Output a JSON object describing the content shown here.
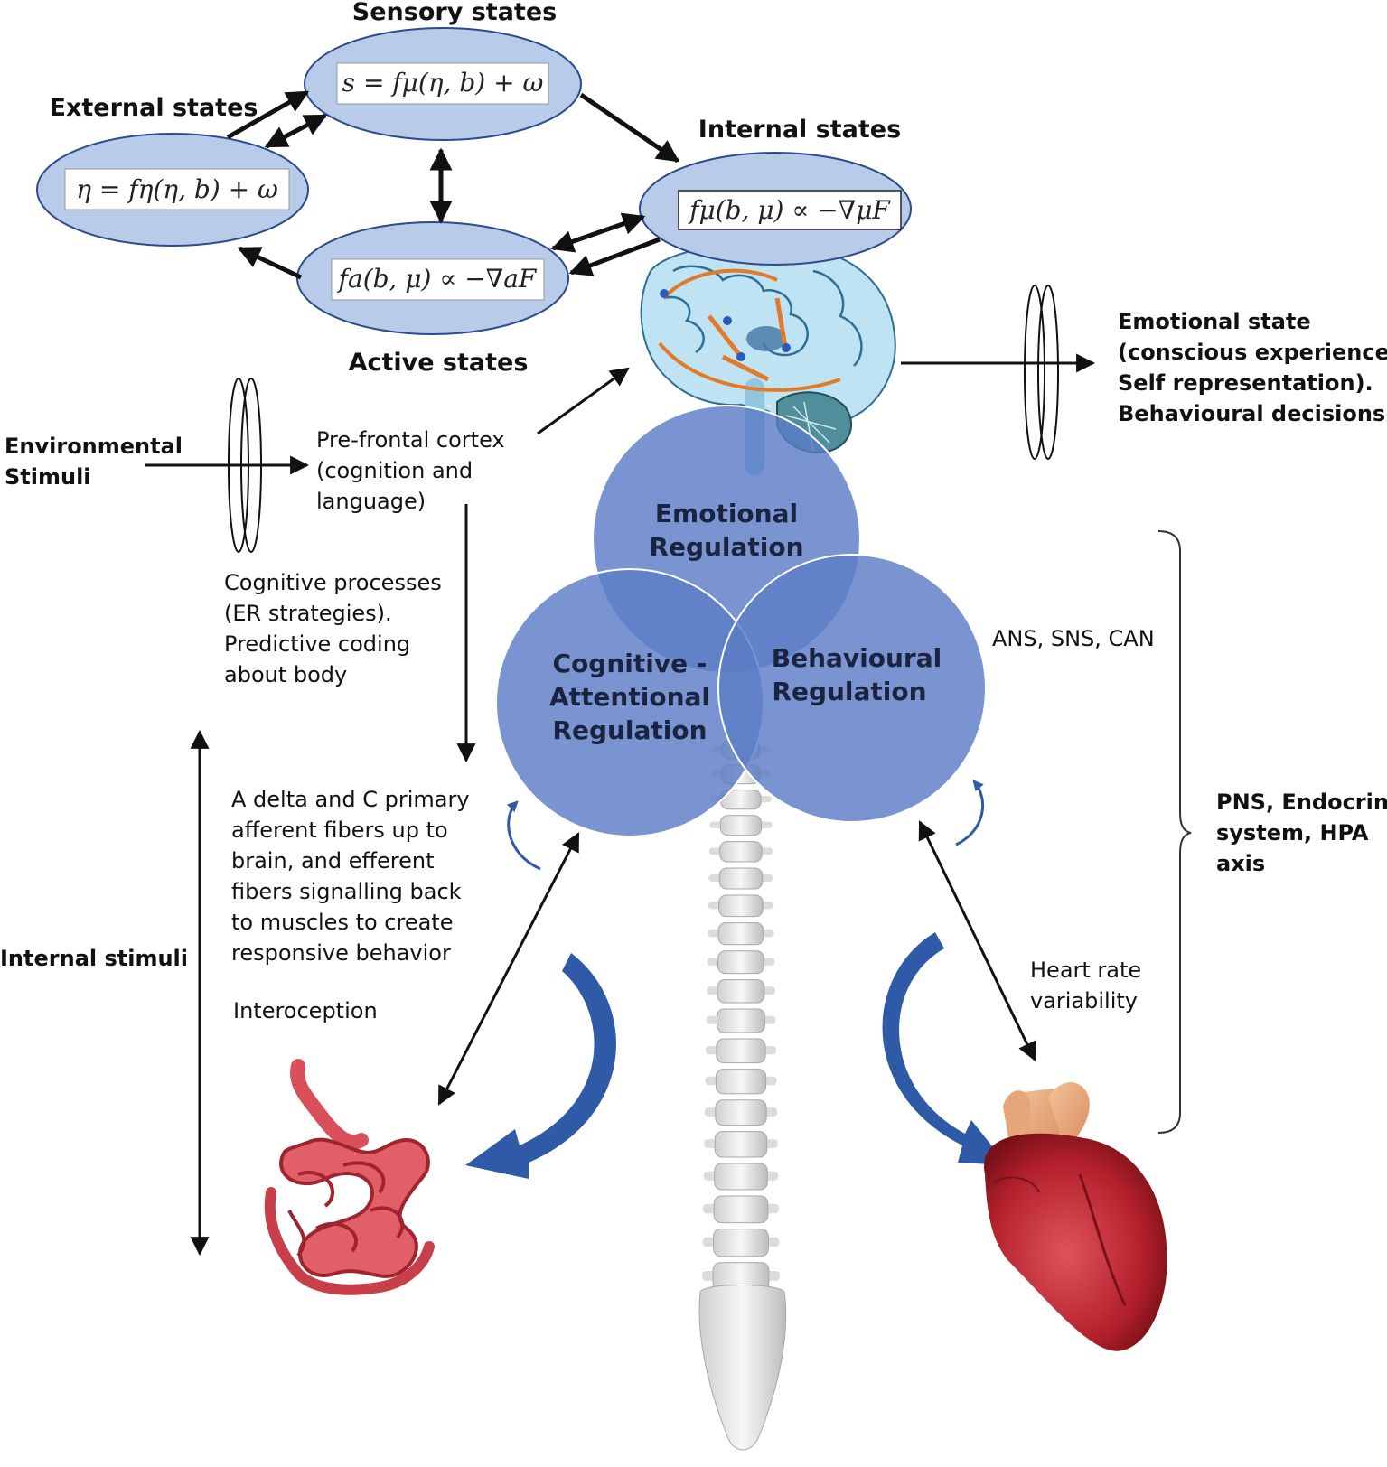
{
  "states": {
    "sensory": {
      "title": "Sensory states",
      "formula": "s = fμ(η, b) + ω"
    },
    "external": {
      "title": "External states",
      "formula": "η = fη(η, b) + ω"
    },
    "internal": {
      "title": "Internal states",
      "formula": "fμ(b, μ) ∝ −∇μF"
    },
    "active": {
      "title": "Active states",
      "formula": "fa(b, μ) ∝ −∇aF"
    }
  },
  "left": {
    "env_stimuli": [
      "Environmental",
      "Stimuli"
    ],
    "prefrontal": [
      "Pre-frontal cortex",
      "(cognition and",
      "language)"
    ],
    "cognitive_processes": [
      "Cognitive processes",
      "(ER strategies).",
      "Predictive coding",
      "about body"
    ],
    "fibers": [
      "A delta and C primary",
      "afferent fibers up to",
      "brain, and efferent",
      "fibers signalling back",
      "to muscles to create",
      "responsive behavior"
    ],
    "interoception": "Interoception",
    "internal_stimuli": "Internal stimuli"
  },
  "right": {
    "emotional_state": [
      "Emotional  state",
      "(conscious experience",
      "Self representation).",
      "Behavioural decisions"
    ],
    "ans": "ANS, SNS, CAN",
    "pns": [
      "PNS, Endocrine",
      "system, HPA",
      "axis"
    ],
    "hrv": [
      "Heart rate",
      "variability"
    ]
  },
  "circles": {
    "emotional": [
      "Emotional",
      "Regulation"
    ],
    "cognitive": [
      "Cognitive -",
      "Attentional",
      "Regulation"
    ],
    "behavioural": [
      "Behavioural",
      "Regulation"
    ]
  },
  "colors": {
    "ellipse_fill": "#b8cbe8",
    "ellipse_stroke": "#2c4b8f",
    "circle_fill": "#5b7cc6",
    "curve_arrow": "#2f5aa8",
    "heart": "#c8323c",
    "gut": "#d9505a",
    "brain": "#9ed0ea"
  }
}
